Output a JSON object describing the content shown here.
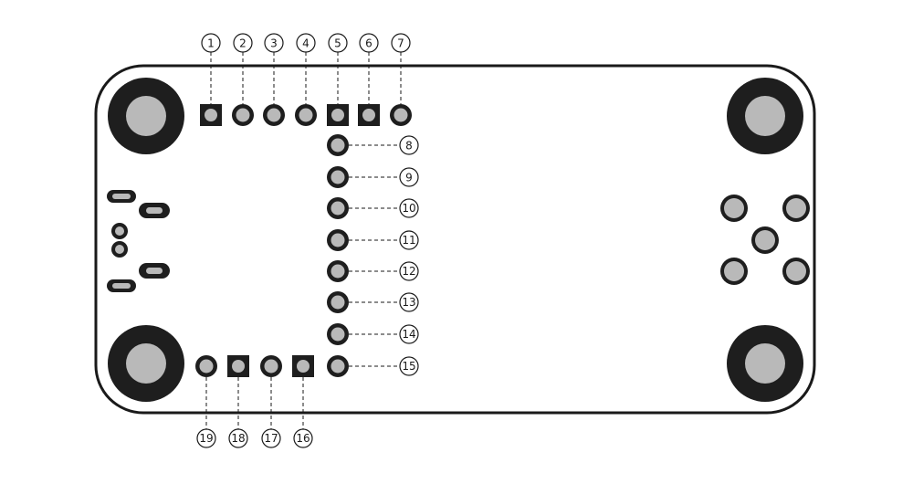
{
  "diagram": {
    "colors": {
      "outline": "#1a1a1a",
      "hole_fill": "#b9b9b9",
      "pad_dark": "#1e1e1e",
      "background": "#ffffff"
    },
    "pin_labels": {
      "p1": "1",
      "p2": "2",
      "p3": "3",
      "p4": "4",
      "p5": "5",
      "p6": "6",
      "p7": "7",
      "p8": "8",
      "p9": "9",
      "p10": "10",
      "p11": "11",
      "p12": "12",
      "p13": "13",
      "p14": "14",
      "p15": "15",
      "p16": "16",
      "p17": "17",
      "p18": "18",
      "p19": "19"
    }
  }
}
